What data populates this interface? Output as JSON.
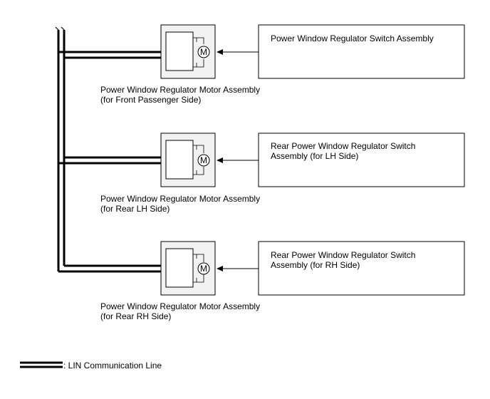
{
  "motors": [
    {
      "label_line1": "Power Window Regulator Motor Assembly",
      "label_line2": "(for Front Passenger Side)",
      "motor_symbol": "M"
    },
    {
      "label_line1": "Power Window Regulator Motor Assembly",
      "label_line2": "(for Rear LH Side)",
      "motor_symbol": "M"
    },
    {
      "label_line1": "Power Window Regulator Motor Assembly",
      "label_line2": "(for Rear RH Side)",
      "motor_symbol": "M"
    }
  ],
  "switches": [
    {
      "label_line1": "Power Window Regulator Switch Assembly",
      "label_line2": ""
    },
    {
      "label_line1": "Rear Power Window Regulator Switch",
      "label_line2": "Assembly (for LH Side)"
    },
    {
      "label_line1": "Rear Power Window Regulator Switch",
      "label_line2": "Assembly (for RH Side)"
    }
  ],
  "legend": {
    "label": ": LIN Communication Line"
  },
  "colors": {
    "line": "#000000",
    "background": "#ffffff",
    "motor_fill": "#f2f2f2"
  }
}
